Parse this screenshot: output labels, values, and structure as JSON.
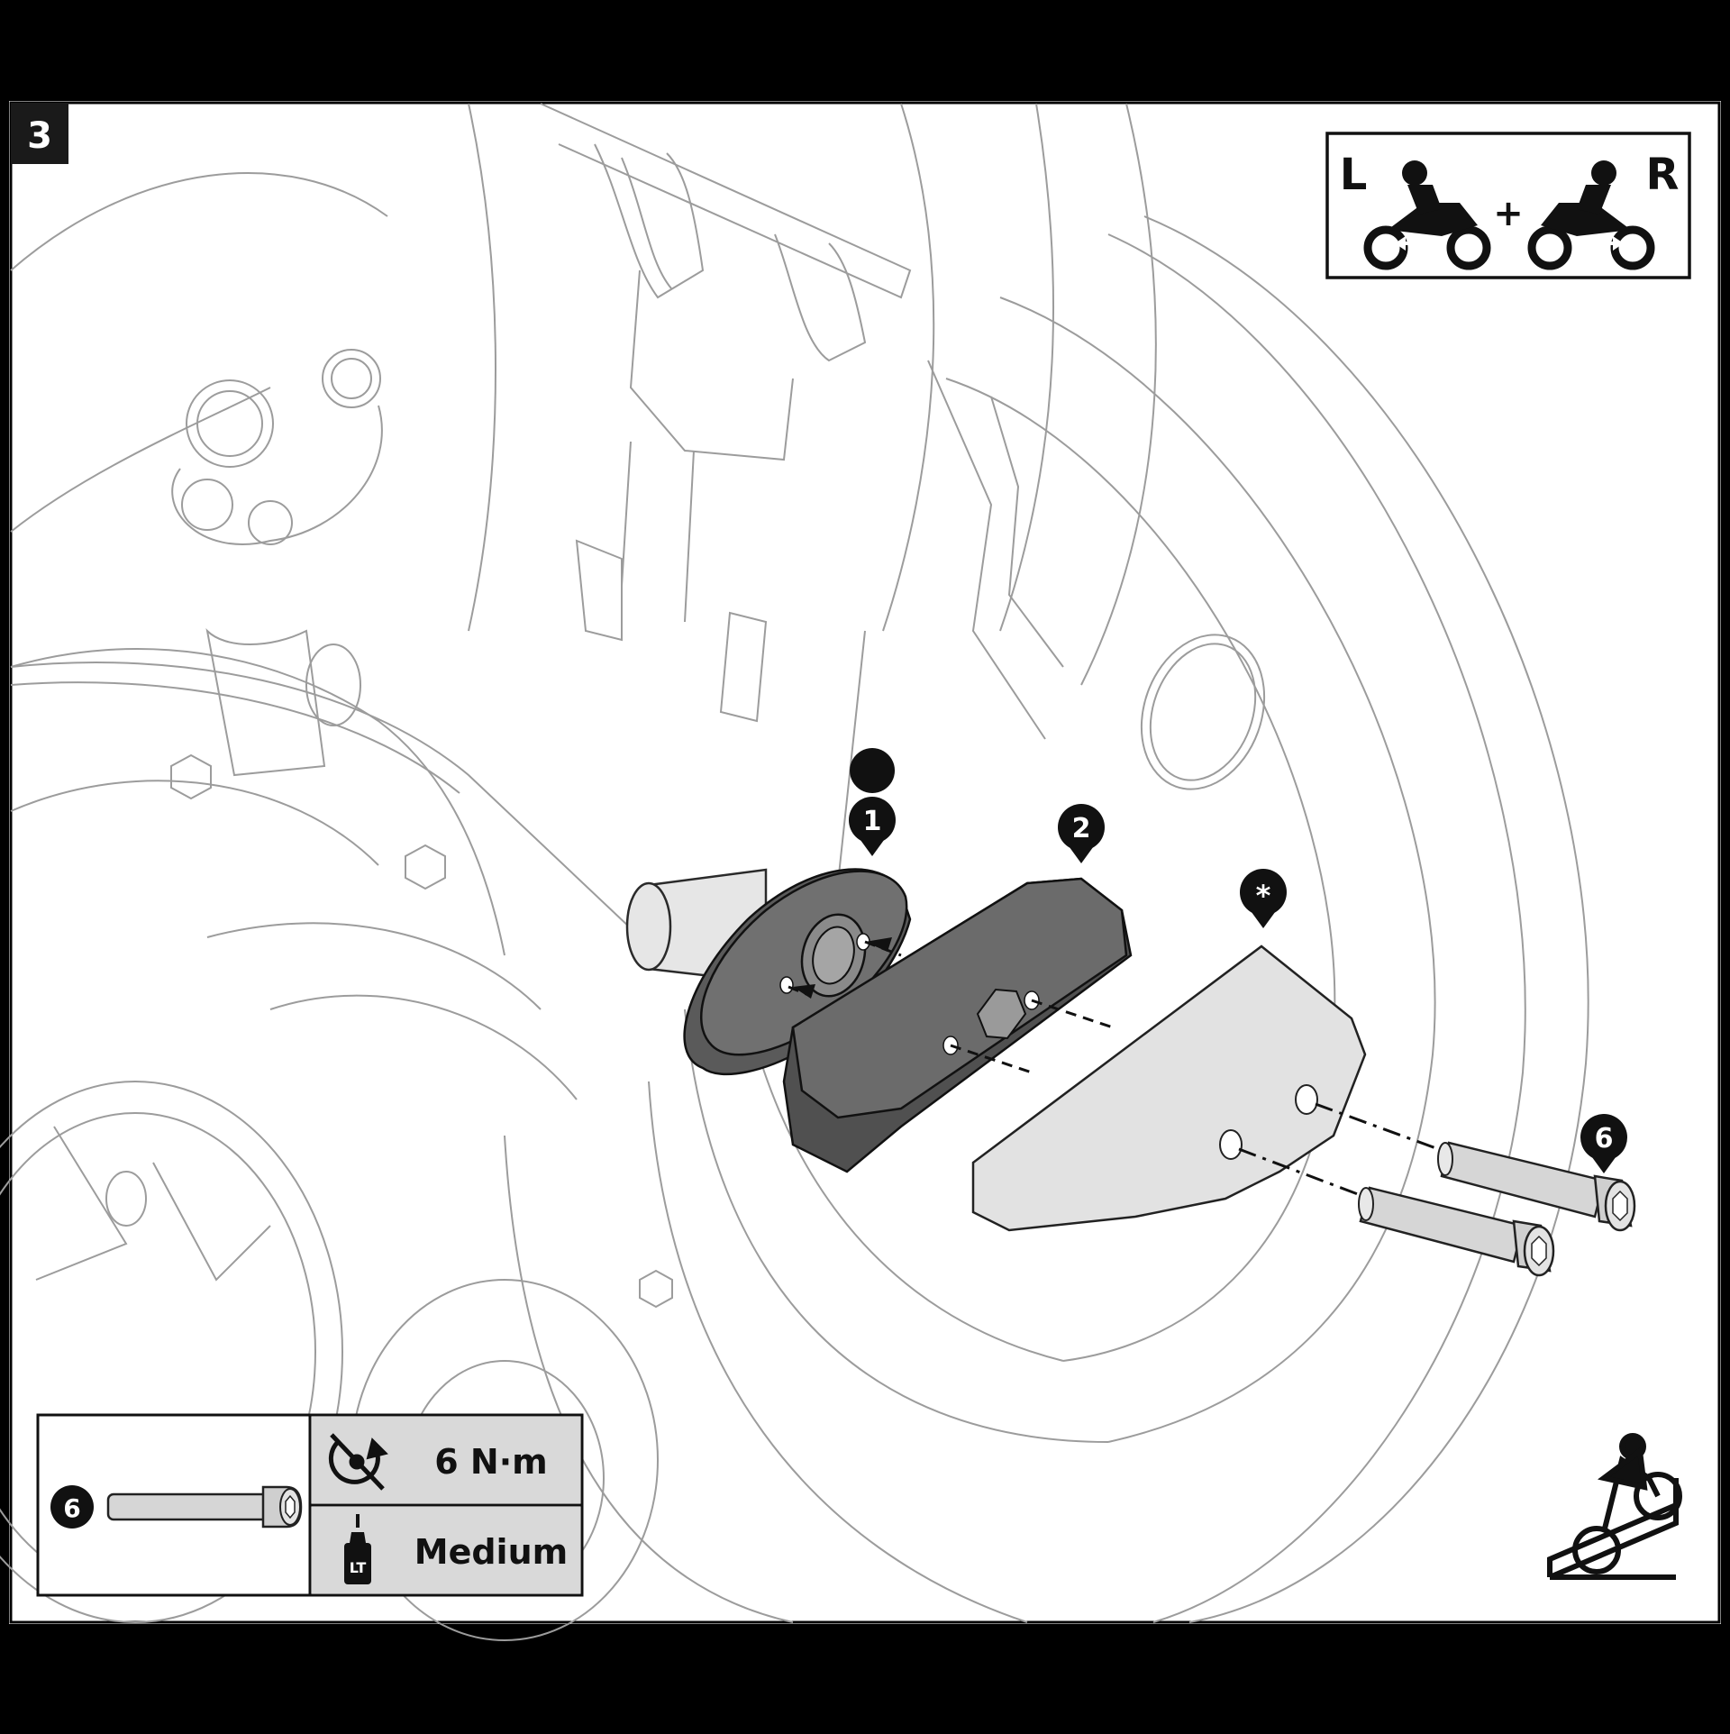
{
  "step": {
    "number": "3"
  },
  "side_badge": {
    "left_label": "L",
    "right_label": "R",
    "plus": "+"
  },
  "callouts": {
    "part1": "1",
    "part2": "2",
    "part_star": "*",
    "bolt": "6"
  },
  "spec_box": {
    "part_number": "6",
    "torque": "6 N·m",
    "threadlock": "Medium",
    "threadlock_bottle_mark": "LT"
  },
  "colors": {
    "background": "#ffffff",
    "frame": "#000000",
    "part_dark": "#6b6b6b",
    "part_light": "#e4e4e4",
    "spec_cell": "#d9d9d9",
    "lineart": "#9c9c9c"
  },
  "icons": {
    "side": "left-right-motorcycle-icon",
    "torque": "torque-wrench-icon",
    "threadlock": "threadlock-bottle-icon",
    "view": "motorcycle-on-stand-icon"
  }
}
